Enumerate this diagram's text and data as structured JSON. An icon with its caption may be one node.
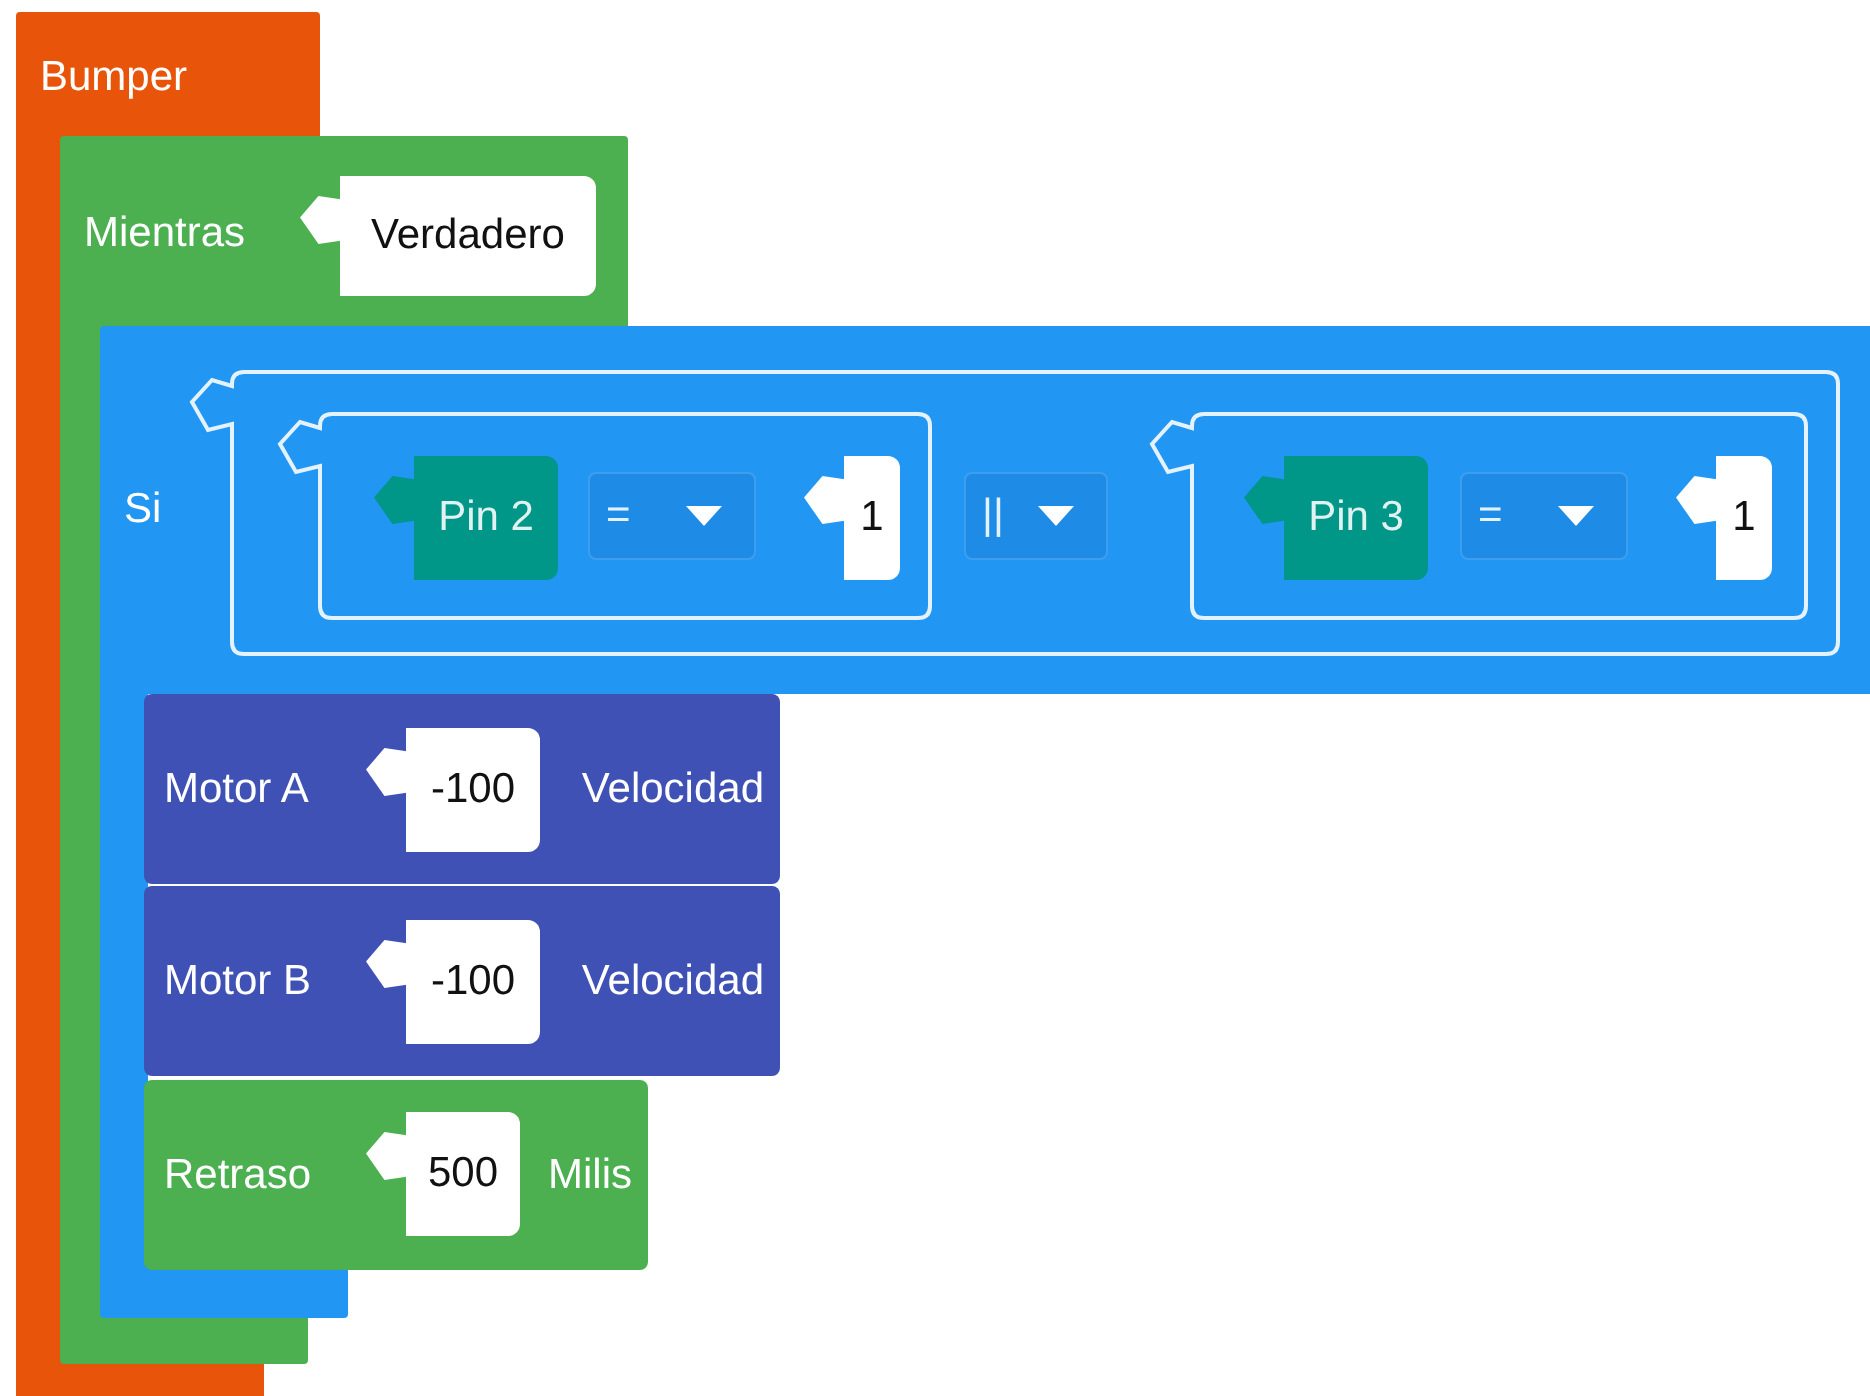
{
  "diagram": {
    "nodes": [
      {
        "text": [
          "Bumper"
        ]
      },
      {
        "text": [
          "Mientras"
        ]
      },
      {
        "text": [
          "Verdadero"
        ],
        "in": 1
      },
      {
        "text": [
          "Si"
        ]
      },
      {
        "text": [],
        "shape": "box",
        "in": 3
      },
      {
        "text": [],
        "shape": "box",
        "in": 4
      },
      {
        "text": [
          "Pin 2"
        ],
        "in": 5
      },
      {
        "text": [
          "="
        ],
        "in": 5
      },
      {
        "text": [
          "1"
        ],
        "in": 5
      },
      {
        "text": [
          "||"
        ],
        "in": 4
      },
      {
        "text": [],
        "shape": "box",
        "in": 4
      },
      {
        "text": [
          "Pin 3"
        ],
        "in": 10
      },
      {
        "text": [
          "="
        ],
        "in": 10
      },
      {
        "text": [
          "1"
        ],
        "in": 10
      },
      {
        "text": [
          "Motor A",
          "Velocidad"
        ],
        "in": 3
      },
      {
        "text": [
          "-100"
        ],
        "in": 14
      },
      {
        "text": [
          "Motor B",
          "Velocidad"
        ],
        "in": 3
      },
      {
        "text": [
          "-100"
        ],
        "in": 16
      },
      {
        "text": [
          "Retraso",
          "Milis"
        ],
        "in": 3
      },
      {
        "text": [
          "500"
        ],
        "in": 18
      }
    ]
  }
}
